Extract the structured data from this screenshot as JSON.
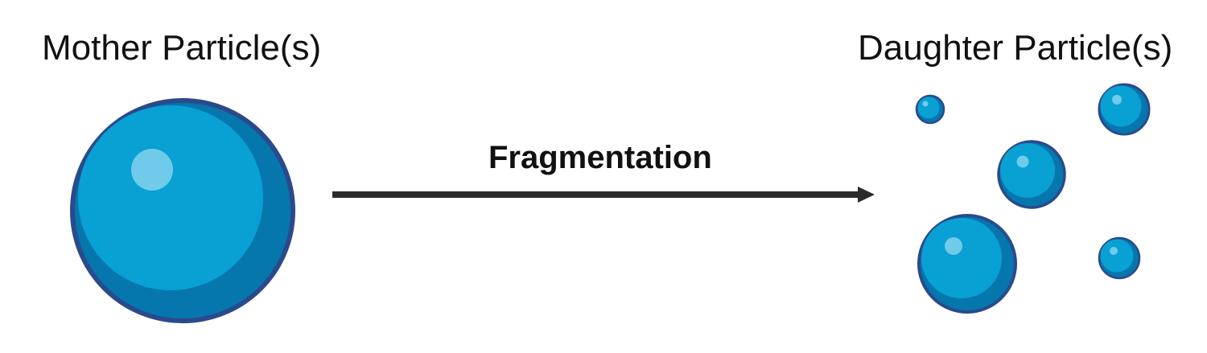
{
  "mother": {
    "label": "Mother Particle(s)"
  },
  "daughter": {
    "label": "Daughter Particle(s)"
  },
  "process": {
    "label": "Fragmentation"
  },
  "colors": {
    "outline": "#2a4a8c",
    "shadow": "#0677ad",
    "body": "#09a0d4",
    "highlight": "#6fcbe9",
    "arrow": "#2b2b2b",
    "text": "#111111"
  }
}
